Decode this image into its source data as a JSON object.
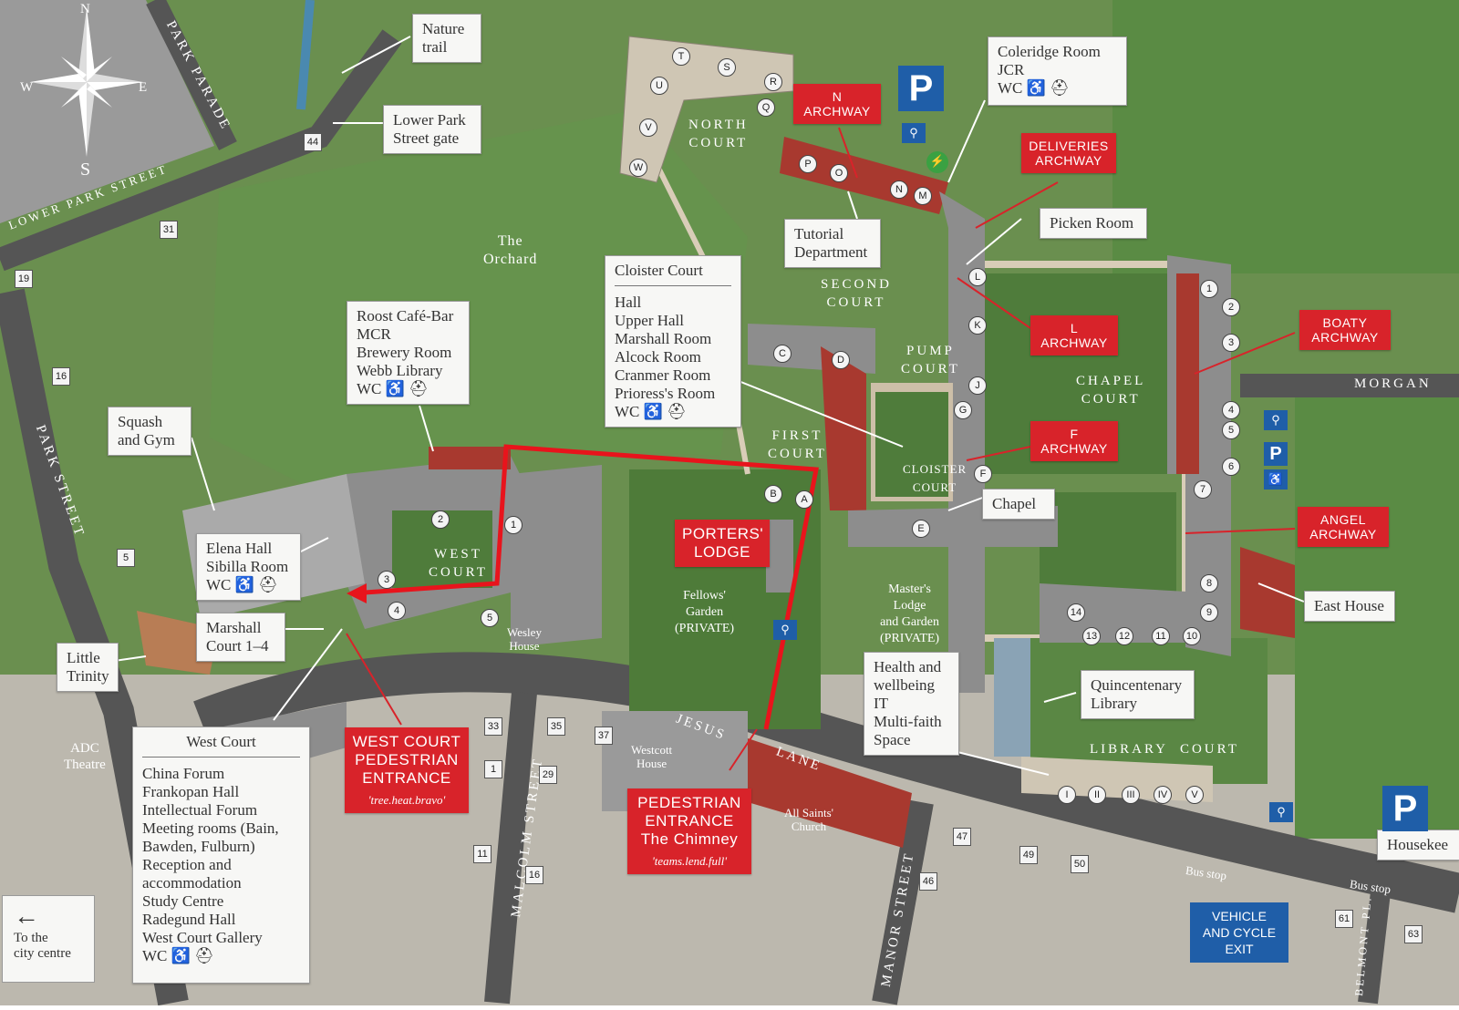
{
  "compass": {
    "n": "N",
    "s": "S",
    "e": "E",
    "w": "W"
  },
  "streets": {
    "park_parade": "PARK PARADE",
    "lower_park_street": "LOWER PARK STREET",
    "park_street": "PARK STREET",
    "malcolm_street": "MALCOLM STREET",
    "jesus_lane_1": "JESUS",
    "jesus_lane_2": "LANE",
    "manor_street": "MANOR STREET",
    "belmont_pl": "BELMONT PL.",
    "morgan": "MORGAN",
    "bus_stop_1": "Bus stop",
    "bus_stop_2": "Bus stop"
  },
  "places": {
    "orchard": [
      "The",
      "Orchard"
    ],
    "north_court": [
      "NORTH",
      "COURT"
    ],
    "second_court": [
      "SECOND",
      "COURT"
    ],
    "pump_court": [
      "PUMP",
      "COURT"
    ],
    "chapel_court": [
      "CHAPEL",
      "COURT"
    ],
    "first_court": [
      "FIRST",
      "COURT"
    ],
    "cloister_court": [
      "CLOISTER",
      "COURT"
    ],
    "west_court": [
      "WEST",
      "COURT"
    ],
    "library_court": "LIBRARY  COURT",
    "fellows_garden": [
      "Fellows'",
      "Garden",
      "(PRIVATE)"
    ],
    "masters_lodge": [
      "Master's",
      "Lodge",
      "and Garden",
      "(PRIVATE)"
    ],
    "wesley_house": [
      "Wesley",
      "House"
    ],
    "westcott_house": [
      "Westcott",
      "House"
    ],
    "all_saints": [
      "All Saints'",
      "Church"
    ],
    "adc_theatre": [
      "ADC",
      "Theatre"
    ]
  },
  "callouts": {
    "nature_trail": [
      "Nature",
      "trail"
    ],
    "lower_park_gate": [
      "Lower Park",
      "Street gate"
    ],
    "coleridge": [
      "Coleridge Room",
      "JCR",
      "WC ♿ ⛑"
    ],
    "tutorial": [
      "Tutorial",
      "Department"
    ],
    "picken": "Picken Room",
    "cloister_court": {
      "heading": "Cloister Court",
      "items": [
        "Hall",
        "Upper Hall",
        "Marshall Room",
        "Alcock Room",
        "Cranmer Room",
        "Prioress's Room",
        "WC ♿ ⛑"
      ]
    },
    "roost": [
      "Roost Café-Bar",
      "MCR",
      "Brewery Room",
      "Webb Library",
      "WC ♿ ⛑"
    ],
    "squash": [
      "Squash",
      "and Gym"
    ],
    "elena": [
      "Elena Hall",
      "Sibilla Room",
      "WC ♿ ⛑"
    ],
    "marshall_court": [
      "Marshall",
      "Court 1–4"
    ],
    "little_trinity": [
      "Little",
      "Trinity"
    ],
    "chapel": "Chapel",
    "east_house": "East House",
    "health": [
      "Health and",
      "wellbeing",
      "IT",
      "Multi-faith",
      "Space"
    ],
    "quincentenary": [
      "Quincentenary",
      "Library"
    ],
    "housekeeping": "Housekee",
    "west_court": {
      "heading": "West Court",
      "items": [
        "China Forum",
        "Frankopan Hall",
        "Intellectual Forum",
        "Meeting rooms (Bain,",
        "Bawden, Fulburn)",
        "Reception and",
        "accommodation",
        "Study Centre",
        "Radegund Hall",
        "West Court Gallery",
        "WC ♿ ⛑"
      ]
    },
    "city_centre": {
      "arrow": "←",
      "lines": [
        "To the",
        "city centre"
      ]
    }
  },
  "red_labels": {
    "n_archway": [
      "N",
      "ARCHWAY"
    ],
    "deliveries": [
      "DELIVERIES",
      "ARCHWAY"
    ],
    "l_archway": [
      "L",
      "ARCHWAY"
    ],
    "boaty": [
      "BOATY",
      "ARCHWAY"
    ],
    "f_archway": [
      "F",
      "ARCHWAY"
    ],
    "angel": [
      "ANGEL",
      "ARCHWAY"
    ],
    "porters": [
      "PORTERS'",
      "LODGE"
    ],
    "west_court_entrance": {
      "lines": [
        "WEST COURT",
        "PEDESTRIAN",
        "ENTRANCE"
      ],
      "code": "'tree.heat.bravo'"
    },
    "pedestrian_entrance": {
      "lines": [
        "PEDESTRIAN",
        "ENTRANCE",
        "The Chimney"
      ],
      "code": "'teams.lend.full'"
    }
  },
  "vehicle_exit": [
    "VEHICLE",
    "AND CYCLE",
    "EXIT"
  ],
  "parking": "P",
  "numbers": [
    "44",
    "31",
    "19",
    "16",
    "5",
    "33",
    "35",
    "37",
    "1",
    "29",
    "11",
    "16",
    "47",
    "49",
    "50",
    "46",
    "61",
    "63"
  ],
  "staircases": [
    "T",
    "S",
    "R",
    "Q",
    "U",
    "V",
    "W",
    "P",
    "O",
    "N",
    "M",
    "L",
    "K",
    "J",
    "G",
    "F",
    "E",
    "D",
    "C",
    "B",
    "A",
    "1",
    "2",
    "3",
    "4",
    "5",
    "6",
    "7",
    "8",
    "9",
    "10",
    "11",
    "12",
    "13",
    "14",
    "I",
    "II",
    "III",
    "IV",
    "V"
  ],
  "colors": {
    "grass": "#5e8a45",
    "lawn": "#4d7a3a",
    "road": "#555555",
    "path": "#d9cdb8",
    "roof_red": "#a8392f",
    "roof_grey": "#8d8d8d",
    "route": "#e8141c",
    "accent_red": "#d8232a",
    "accent_blue": "#1f5ea8"
  }
}
